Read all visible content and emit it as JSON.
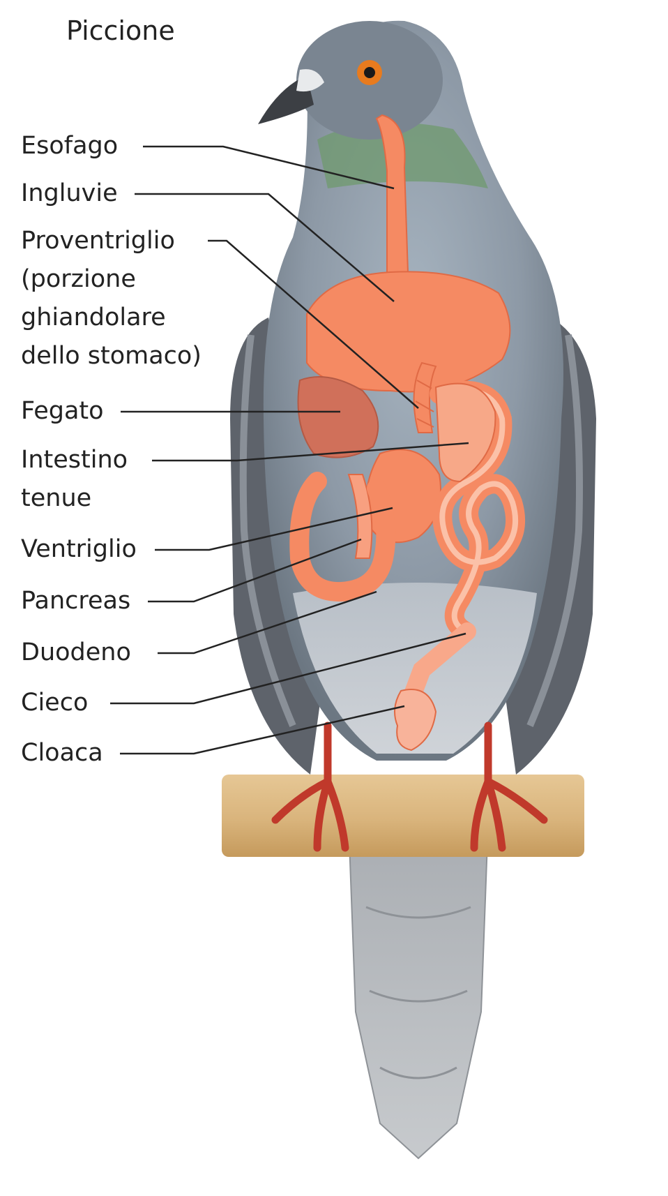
{
  "title": "Piccione",
  "labels": {
    "esofago": "Esofago",
    "ingluvie": "Ingluvie",
    "proventriglio": [
      "Proventriglio",
      "(porzione",
      "ghiandolare",
      "dello stomaco)"
    ],
    "fegato": "Fegato",
    "intestino": [
      "Intestino",
      "tenue"
    ],
    "ventriglio": "Ventriglio",
    "pancreas": "Pancreas",
    "duodeno": "Duodeno",
    "cieco": "Cieco",
    "cloaca": "Cloaca"
  },
  "colors": {
    "organ": "#f58a63",
    "organ_dark": "#e06a45",
    "liver": "#d0705a",
    "plumage": "#7f8b97",
    "neck_green": "#6f9a6e",
    "wing": "#5a5e66",
    "tail": "#b9bcc0",
    "perch": "#d8b27a",
    "feet": "#c0392b",
    "leader_line": "#222222"
  }
}
